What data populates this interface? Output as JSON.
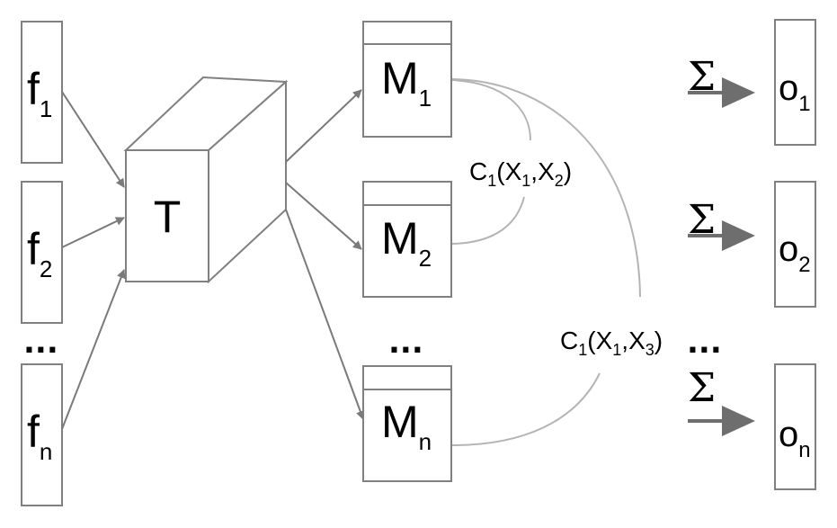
{
  "inputs": [
    {
      "base": "f",
      "sub": "1"
    },
    {
      "base": "f",
      "sub": "2"
    },
    {
      "base": "f",
      "sub": "n"
    }
  ],
  "inputs_ellipsis": "...",
  "transformer": {
    "label": "T"
  },
  "memories": [
    {
      "base": "M",
      "sub": "1"
    },
    {
      "base": "M",
      "sub": "2"
    },
    {
      "base": "M",
      "sub": "n"
    }
  ],
  "memories_ellipsis": "...",
  "correlations": [
    {
      "func": "C",
      "func_sub": "1",
      "a": "X",
      "a_sub": "1",
      "b": "X",
      "b_sub": "2"
    },
    {
      "func": "C",
      "func_sub": "1",
      "a": "X",
      "a_sub": "1",
      "b": "X",
      "b_sub": "3"
    }
  ],
  "sum_symbol": "Σ",
  "outputs": [
    {
      "base": "o",
      "sub": "1"
    },
    {
      "base": "o",
      "sub": "2"
    },
    {
      "base": "o",
      "sub": "n"
    }
  ],
  "outputs_ellipsis": "...",
  "colors": {
    "box_stroke": "#808080",
    "arrow": "#7a7a7a",
    "curve": "#b4b4b4",
    "sum_arrow": "#6e6e6e"
  }
}
